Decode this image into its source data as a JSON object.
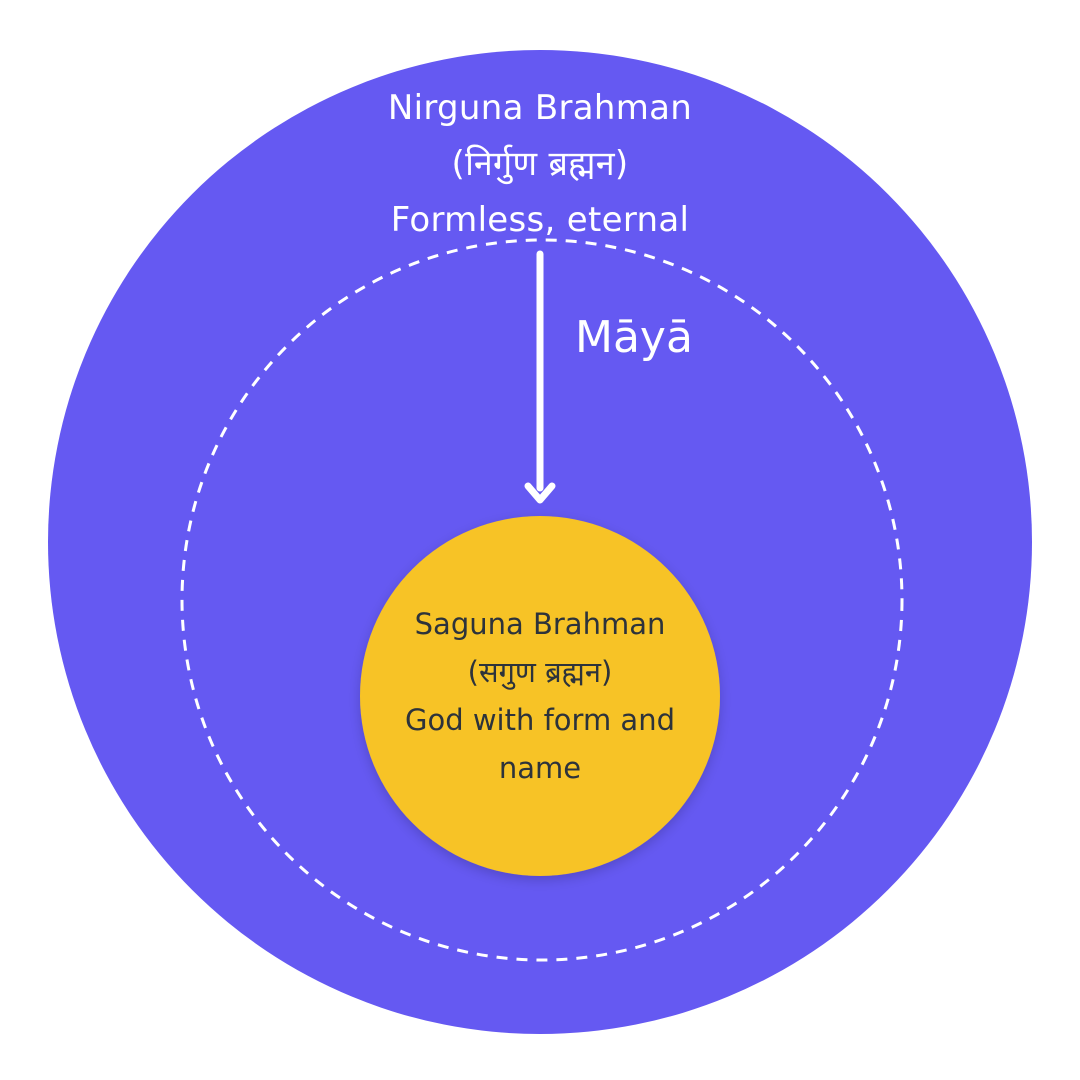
{
  "colors": {
    "outer_fill": "#6559F2",
    "inner_fill": "#F7C325",
    "outer_text": "#FFFFFF",
    "inner_text": "#2D333B",
    "ring_stroke": "#FFFFFF",
    "arrow": "#FFFFFF"
  },
  "outer": {
    "name": "Nirguna Brahman",
    "sanskrit": "(निर्गुण ब्रह्मन)",
    "description": "Formless, eternal"
  },
  "transition": {
    "label": "Māyā"
  },
  "inner": {
    "name": "Saguna Brahman",
    "sanskrit": "(सगुण ब्रह्मन)",
    "description": "God with form and name"
  },
  "icons": {
    "arrow": "arrow-down-icon"
  }
}
